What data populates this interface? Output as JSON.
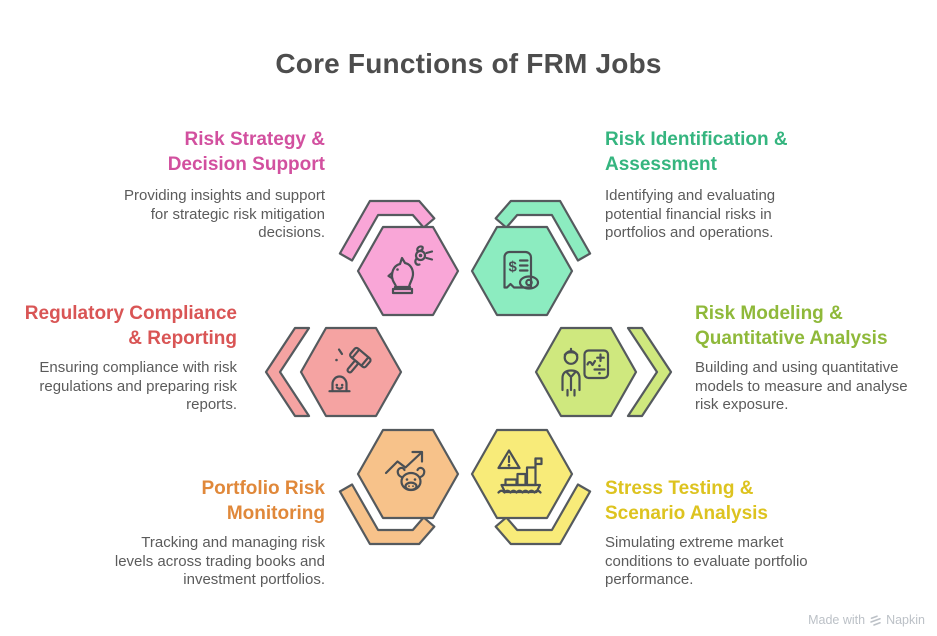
{
  "title": "Core Functions of FRM Jobs",
  "palette": {
    "title_color": "#4d4d4d",
    "body_text_color": "#5b5b5b",
    "outline_color": "#555a5e",
    "background": "#ffffff"
  },
  "items": [
    {
      "id": "risk-strategy-decision-support",
      "heading": "Risk Strategy &\nDecision Support",
      "description": "Providing insights and support\nfor strategic risk mitigation\ndecisions.",
      "heading_color": "#d2509f",
      "shape_fill": "#f9a6d7",
      "icon": "chess-knight-idea-icon"
    },
    {
      "id": "risk-identification-assessment",
      "heading": "Risk Identification &\nAssessment",
      "description": "Identifying and evaluating\npotential financial risks in\nportfolios and operations.",
      "heading_color": "#35b57f",
      "shape_fill": "#8cecc0",
      "icon": "receipt-eye-icon"
    },
    {
      "id": "regulatory-compliance-reporting",
      "heading": "Regulatory Compliance\n& Reporting",
      "description": "Ensuring compliance with risk\nregulations and preparing risk\nreports.",
      "heading_color": "#d95555",
      "shape_fill": "#f5a3a2",
      "icon": "gavel-figure-icon"
    },
    {
      "id": "risk-modeling-quantitative-analysis",
      "heading": "Risk Modeling &\nQuantitative Analysis",
      "description": "Building and using quantitative\nmodels to measure and analyse\nrisk exposure.",
      "heading_color": "#8fb93a",
      "shape_fill": "#cfe87e",
      "icon": "person-mathboard-icon"
    },
    {
      "id": "portfolio-risk-monitoring",
      "heading": "Portfolio Risk\nMonitoring",
      "description": "Tracking and managing risk\nlevels across trading books and\ninvestment portfolios.",
      "heading_color": "#e0883a",
      "shape_fill": "#f7c28a",
      "icon": "trend-bull-icon"
    },
    {
      "id": "stress-testing-scenario-analysis",
      "heading": "Stress Testing &\nScenario Analysis",
      "description": "Simulating extreme market\nconditions to evaluate portfolio\nperformance.",
      "heading_color": "#ddc31f",
      "shape_fill": "#f8eb79",
      "icon": "warning-ship-icon"
    }
  ],
  "watermark": {
    "text": "Made with",
    "brand": "Napkin",
    "icon": "napkin-logo-icon",
    "color": "#bcc1c7"
  }
}
